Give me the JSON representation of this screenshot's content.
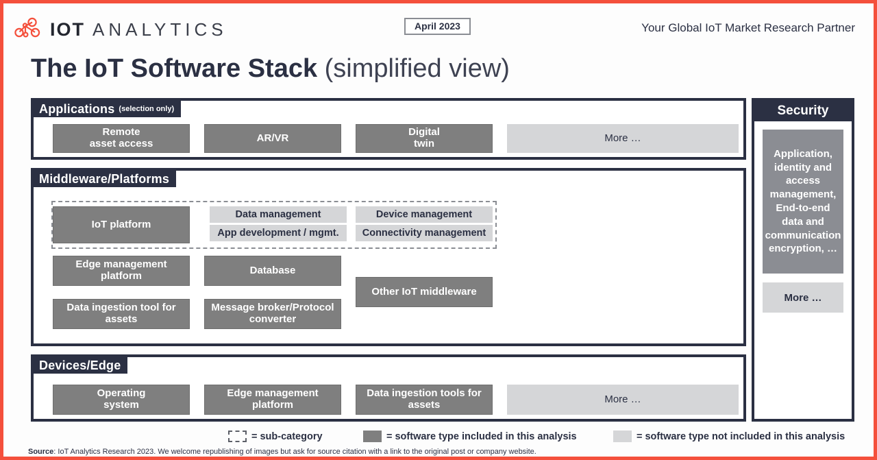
{
  "header": {
    "logo_iot": "IOT",
    "logo_analytics": "ANALYTICS",
    "logo_icon": "network-nodes-icon",
    "date_badge": "April 2023",
    "tagline": "Your Global IoT Market Research Partner"
  },
  "title": {
    "strong": "The IoT Software Stack ",
    "light": "(simplified view)"
  },
  "sections": [
    {
      "id": "applications",
      "tab_main": "Applications",
      "tab_sub": "(selection only)",
      "boxes": [
        {
          "label": "Remote\nasset access",
          "style": "dark"
        },
        {
          "label": "AR/VR",
          "style": "dark"
        },
        {
          "label": "Digital\ntwin",
          "style": "dark"
        },
        {
          "label": "More …",
          "style": "light"
        }
      ]
    },
    {
      "id": "middleware",
      "tab_main": "Middleware/Platforms",
      "tab_sub": "",
      "boxes": [
        {
          "label": "IoT platform",
          "style": "dark"
        },
        {
          "label": "Data management",
          "style": "subcat"
        },
        {
          "label": "App development / mgmt.",
          "style": "subcat"
        },
        {
          "label": "Device management",
          "style": "subcat"
        },
        {
          "label": "Connectivity management",
          "style": "subcat"
        },
        {
          "label": "Edge management\nplatform",
          "style": "dark"
        },
        {
          "label": "Database",
          "style": "dark"
        },
        {
          "label": "Other IoT middleware",
          "style": "dark"
        },
        {
          "label": "Data ingestion tool for\nassets",
          "style": "dark"
        },
        {
          "label": "Message broker/Protocol\nconverter",
          "style": "dark"
        }
      ]
    },
    {
      "id": "devices-edge",
      "tab_main": "Devices/Edge",
      "tab_sub": "",
      "boxes": [
        {
          "label": "Operating\nsystem",
          "style": "dark"
        },
        {
          "label": "Edge management\nplatform",
          "style": "dark"
        },
        {
          "label": "Data ingestion tools for\nassets",
          "style": "dark"
        },
        {
          "label": "More …",
          "style": "light"
        }
      ]
    }
  ],
  "security": {
    "tab": "Security",
    "items": [
      {
        "label": "Application, identity and access management, End-to-end data and communication encryption, …",
        "style": "dark"
      },
      {
        "label": "More …",
        "style": "light"
      }
    ]
  },
  "legend": [
    {
      "swatch": "dashed",
      "label": "= sub-category"
    },
    {
      "swatch": "dark",
      "label": "= software type included in this analysis"
    },
    {
      "swatch": "light",
      "label": "= software type not included in this analysis"
    }
  ],
  "source": {
    "prefix": "Source",
    "text": ": IoT Analytics Research 2023. We welcome republishing of images but ask for source citation with a link to the original post or company website."
  },
  "colors": {
    "accent": "#f4503c",
    "navy": "#2b3043",
    "dark_box": "#7f7f7f",
    "light_box": "#d5d6d8",
    "dashed": "#8a8d93"
  }
}
